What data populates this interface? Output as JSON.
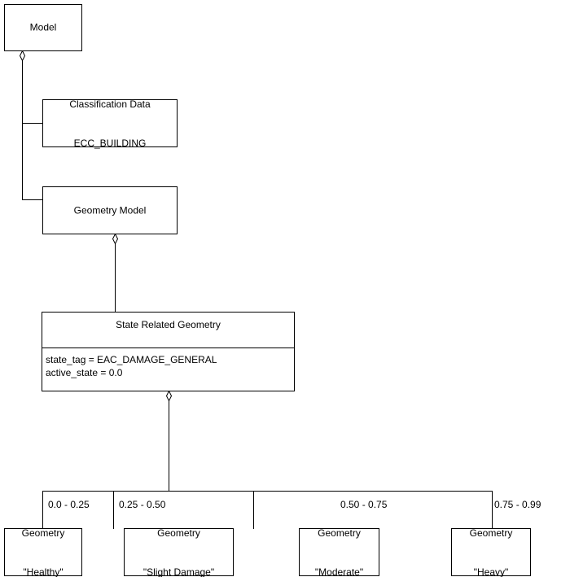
{
  "diagram": {
    "title": "Model geometry state aggregation diagram",
    "background_color": "#ffffff",
    "line_color": "#000000",
    "text_color": "#000000",
    "nodes": {
      "model": {
        "label": "Model"
      },
      "classification_data": {
        "line1": "Classification Data",
        "line2": "ECC_BUILDING"
      },
      "geometry_model": {
        "label": "Geometry Model"
      },
      "state_related_geometry": {
        "title": "State Related Geometry",
        "attributes": [
          "state_tag = EAC_DAMAGE_GENERAL",
          "active_state = 0.0"
        ]
      },
      "geometry_healthy": {
        "line1": "Geometry",
        "line2": "\"Healthy\""
      },
      "geometry_slight_damage": {
        "line1": "Geometry",
        "line2": "\"Slight Damage\""
      },
      "geometry_moderate": {
        "line1": "Geometry",
        "line2": "\"Moderate\""
      },
      "geometry_heavy": {
        "line1": "Geometry",
        "line2": "\"Heavy\""
      }
    },
    "edge_labels": {
      "range_healthy": "0.0 - 0.25",
      "range_slight_damage": "0.25 - 0.50",
      "range_moderate": "0.50 - 0.75",
      "range_heavy": "0.75 - 0.99"
    }
  }
}
